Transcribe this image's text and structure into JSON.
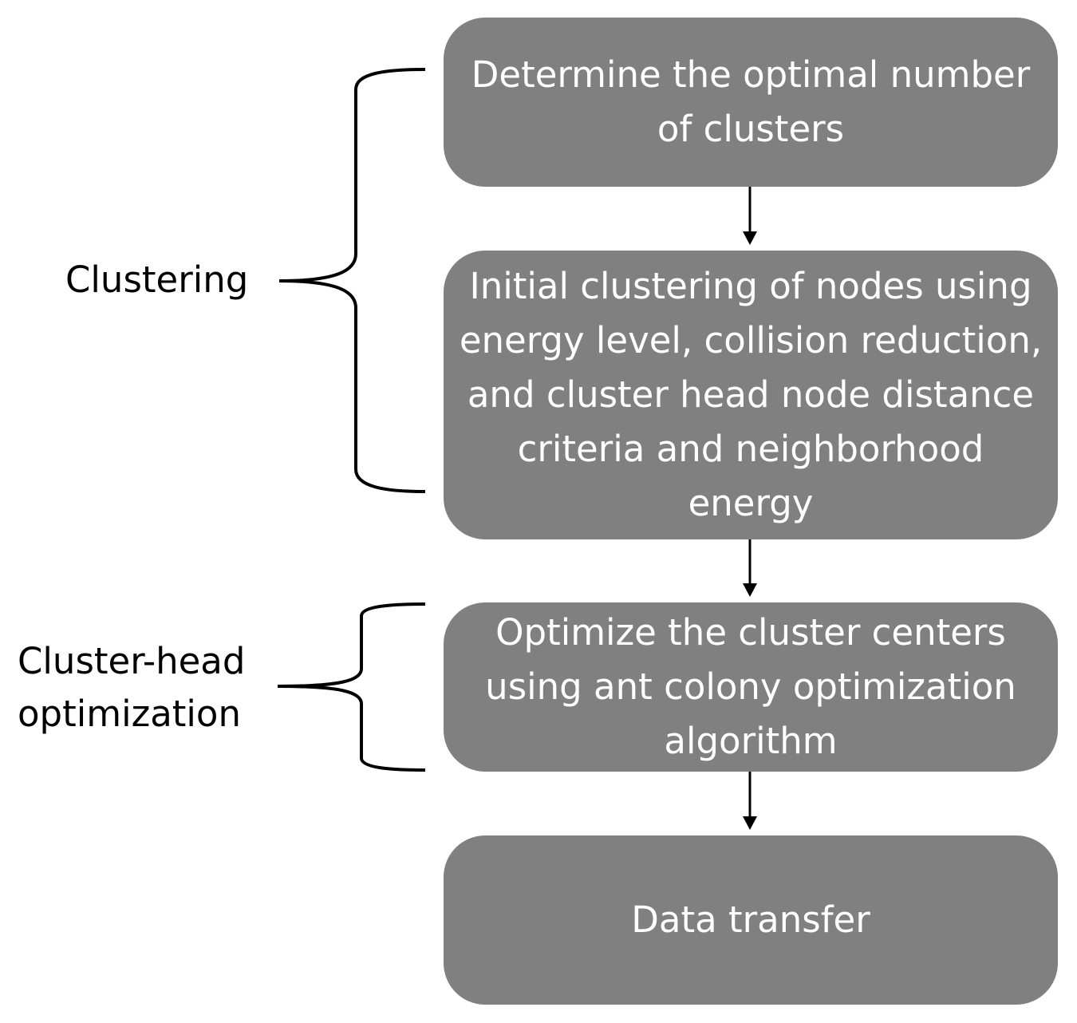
{
  "steps": [
    {
      "label": "Determine the optimal number\nof clusters"
    },
    {
      "label": "Initial clustering of nodes using\nenergy level, collision reduction,\nand cluster head node distance\ncriteria and neighborhood\nenergy"
    },
    {
      "label": "Optimize the cluster centers\nusing ant colony optimization\nalgorithm"
    },
    {
      "label": "Data transfer"
    }
  ],
  "groups": [
    {
      "label": "Clustering"
    },
    {
      "label": "Cluster-head\noptimization"
    }
  ],
  "colors": {
    "box_fill": "#808080",
    "box_text": "#ffffff",
    "line": "#000000"
  }
}
